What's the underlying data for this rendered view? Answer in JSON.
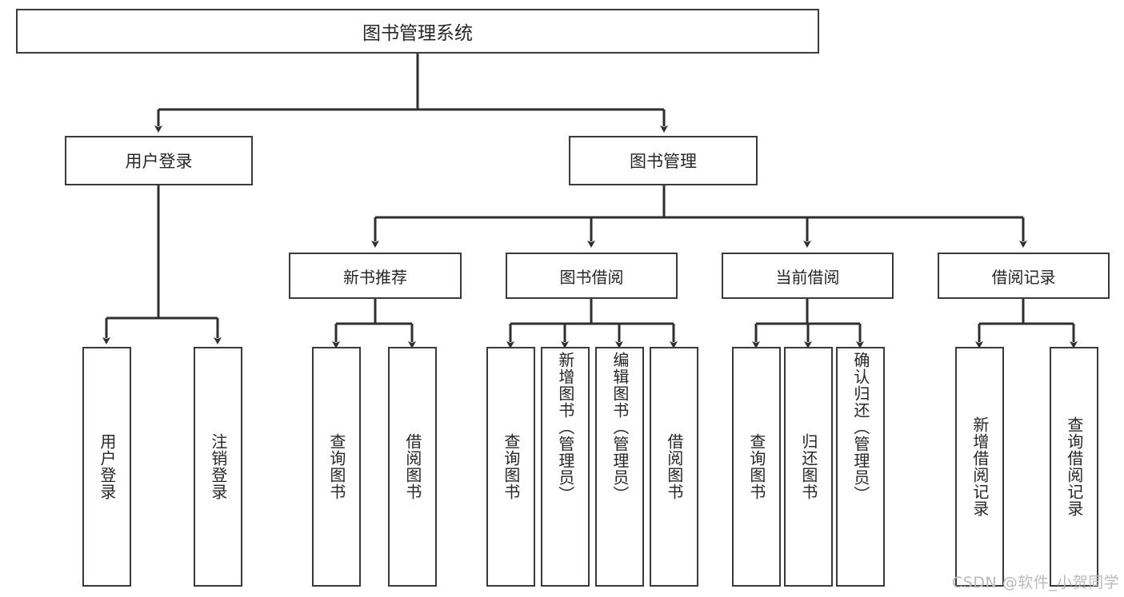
{
  "diagram": {
    "title": "图书管理系统",
    "type": "hierarchy-tree",
    "root": {
      "label": "图书管理系统"
    },
    "level2": [
      {
        "label": "用户登录"
      },
      {
        "label": "图书管理"
      }
    ],
    "level3": [
      {
        "label": "新书推荐"
      },
      {
        "label": "图书借阅"
      },
      {
        "label": "当前借阅"
      },
      {
        "label": "借阅记录"
      }
    ],
    "leaves": {
      "user_login": [
        {
          "label": "用户登录",
          "align": "middle"
        },
        {
          "label": "注销登录",
          "align": "middle"
        }
      ],
      "new_book_recommend": [
        {
          "label": "查询图书",
          "align": "middle"
        },
        {
          "label": "借阅图书",
          "align": "middle"
        }
      ],
      "book_borrow": [
        {
          "label": "查询图书",
          "align": "middle"
        },
        {
          "label": "新增图书（管理员）",
          "align": "top"
        },
        {
          "label": "编辑图书（管理员）",
          "align": "top"
        },
        {
          "label": "借阅图书",
          "align": "middle"
        }
      ],
      "current_borrow": [
        {
          "label": "查询图书",
          "align": "middle"
        },
        {
          "label": "归还图书",
          "align": "middle"
        },
        {
          "label": "确认归还（管理员）",
          "align": "top"
        }
      ],
      "borrow_record": [
        {
          "label": "新增借阅记录",
          "align": "middle"
        },
        {
          "label": "查询借阅记录",
          "align": "middle"
        }
      ]
    }
  },
  "watermark": {
    "text": "CSDN @软件_小贺同学"
  },
  "colors": {
    "stroke": "#3a3a3a",
    "text": "#262626",
    "background": "#ffffff",
    "watermark": "#b9b9b9"
  }
}
